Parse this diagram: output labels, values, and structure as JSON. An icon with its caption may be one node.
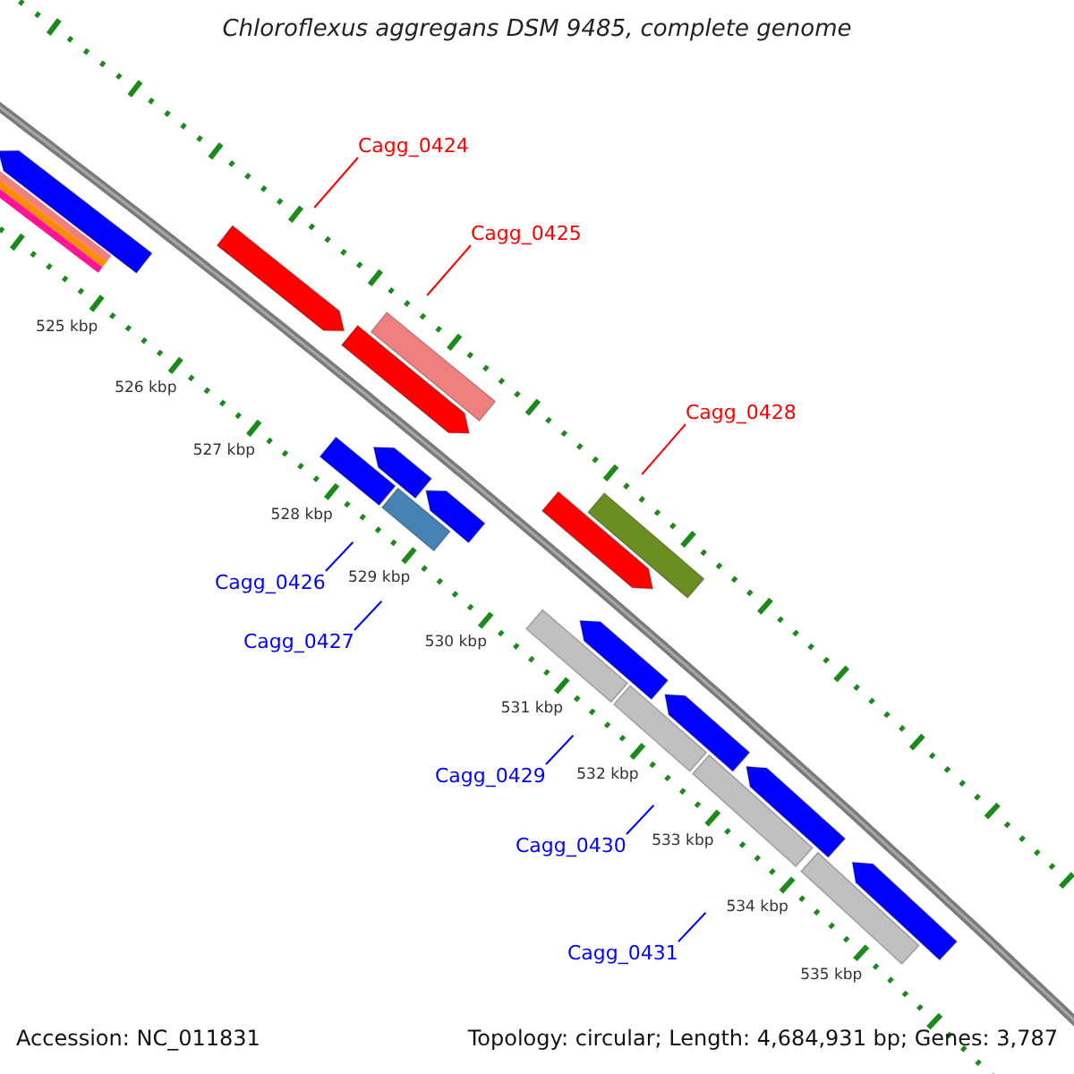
{
  "diagram": {
    "title": "Chloroflexus aggregans DSM 9485, complete genome",
    "nodes": [
      {
        "text": [
          "Cagg_0424"
        ]
      },
      {
        "text": [
          "Cagg_0425"
        ]
      },
      {
        "text": [
          "Cagg_0428"
        ]
      },
      {
        "text": [
          "Cagg_0426"
        ]
      },
      {
        "text": [
          "Cagg_0427"
        ]
      },
      {
        "text": [
          "Cagg_0429"
        ]
      },
      {
        "text": [
          "Cagg_0430"
        ]
      },
      {
        "text": [
          "Cagg_0431"
        ]
      }
    ],
    "edges": [
      {
        "from": 0,
        "to": null,
        "arrow": "none",
        "color": "#ff0000"
      },
      {
        "from": 1,
        "to": null,
        "arrow": "none",
        "color": "#ff0000"
      },
      {
        "from": 2,
        "to": null,
        "arrow": "none",
        "color": "#ff0000"
      },
      {
        "from": 3,
        "to": null,
        "arrow": "none"
      },
      {
        "from": 4,
        "to": null,
        "arrow": "none"
      },
      {
        "from": 5,
        "to": null,
        "arrow": "none"
      },
      {
        "from": 6,
        "to": null,
        "arrow": "none"
      },
      {
        "from": 7,
        "to": null,
        "arrow": "none"
      }
    ],
    "labels": [
      "525 kbp",
      "526 kbp",
      "527 kbp",
      "528 kbp",
      "529 kbp",
      "530 kbp",
      "531 kbp",
      "532 kbp",
      "533 kbp",
      "534 kbp",
      "535 kbp",
      "Accession: NC_011831",
      "Topology: circular; Length: 4,684,931 bp; Genes: 3,787"
    ]
  }
}
